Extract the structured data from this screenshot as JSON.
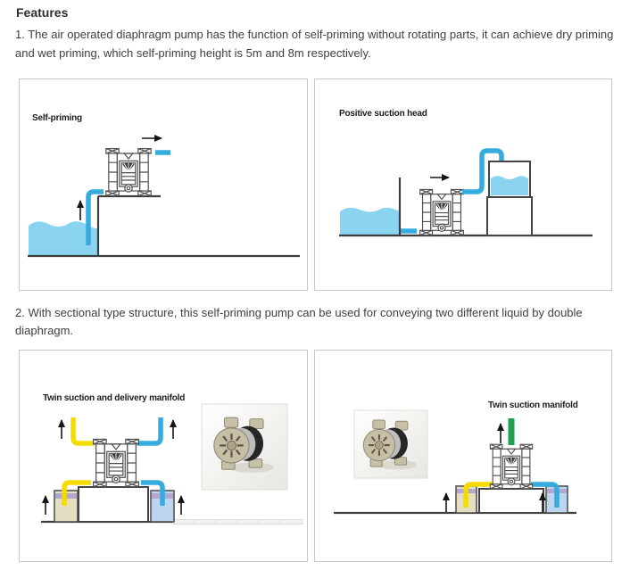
{
  "page": {
    "heading": "Features",
    "paragraph1": "1. The air operated diaphragm pump has the function of self-priming without rotating parts, it can achieve dry priming and wet priming, which self-priming height is 5m and 8m respectively.",
    "paragraph2": "2. With sectional type structure, this self-priming pump can be used for conveying two different liquid by double diaphragm."
  },
  "panels": [
    {
      "label": "Self-priming"
    },
    {
      "label": "Positive suction head"
    },
    {
      "label": "Twin suction and delivery manifold"
    },
    {
      "label": "Twin suction manifold"
    }
  ],
  "colors": {
    "water": "#8ad4f0",
    "pipe_blue": "#35abde",
    "pipe_yellow": "#f5dc00",
    "pipe_green": "#1fa14d",
    "line_dark": "#3d3d3d",
    "panel_border": "#c9c9c9",
    "drum_cream": "#e6dec2",
    "drum_blue": "#bbd6ee",
    "drum_band": "#b2a7cf",
    "text": "#404040",
    "label": "#1c1c1c"
  }
}
